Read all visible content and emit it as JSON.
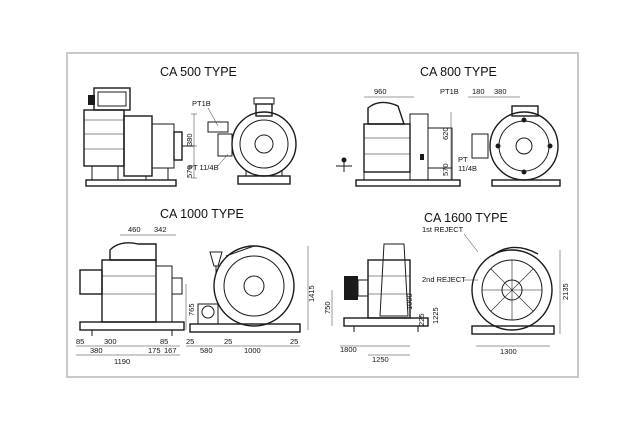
{
  "panels": {
    "ca500": {
      "title": "CA 500 TYPE",
      "labels": {
        "pt18": "PT1B",
        "pt114": "PT 11/4B",
        "d380": "380",
        "d570": "570"
      }
    },
    "ca800": {
      "title": "CA 800 TYPE",
      "labels": {
        "d960": "960",
        "pt18": "PT1B",
        "d180": "180",
        "d380": "380",
        "d620": "620",
        "d570": "570",
        "pt": "PT",
        "pt114": "11/4B"
      }
    },
    "ca1000": {
      "title": "CA 1000 TYPE",
      "labels": {
        "d460": "460",
        "d342": "342",
        "d1415": "1415",
        "d765": "765",
        "d85": "85",
        "d300": "300",
        "d85b": "85",
        "d380": "380",
        "d175": "175",
        "d167": "167",
        "d1190": "1190",
        "d25a": "25",
        "d580": "580",
        "d25b": "25",
        "d1000": "1000",
        "d25c": "25"
      }
    },
    "ca1600": {
      "title": "CA 1600 TYPE",
      "labels": {
        "reject1": "1st REJECT",
        "reject2": "2nd REJECT",
        "d750": "750",
        "d225": "225",
        "d1000": "1000",
        "d1225": "1225",
        "d1800": "1800",
        "d1250": "1250",
        "d1300": "1300",
        "d2135": "2135"
      }
    }
  }
}
